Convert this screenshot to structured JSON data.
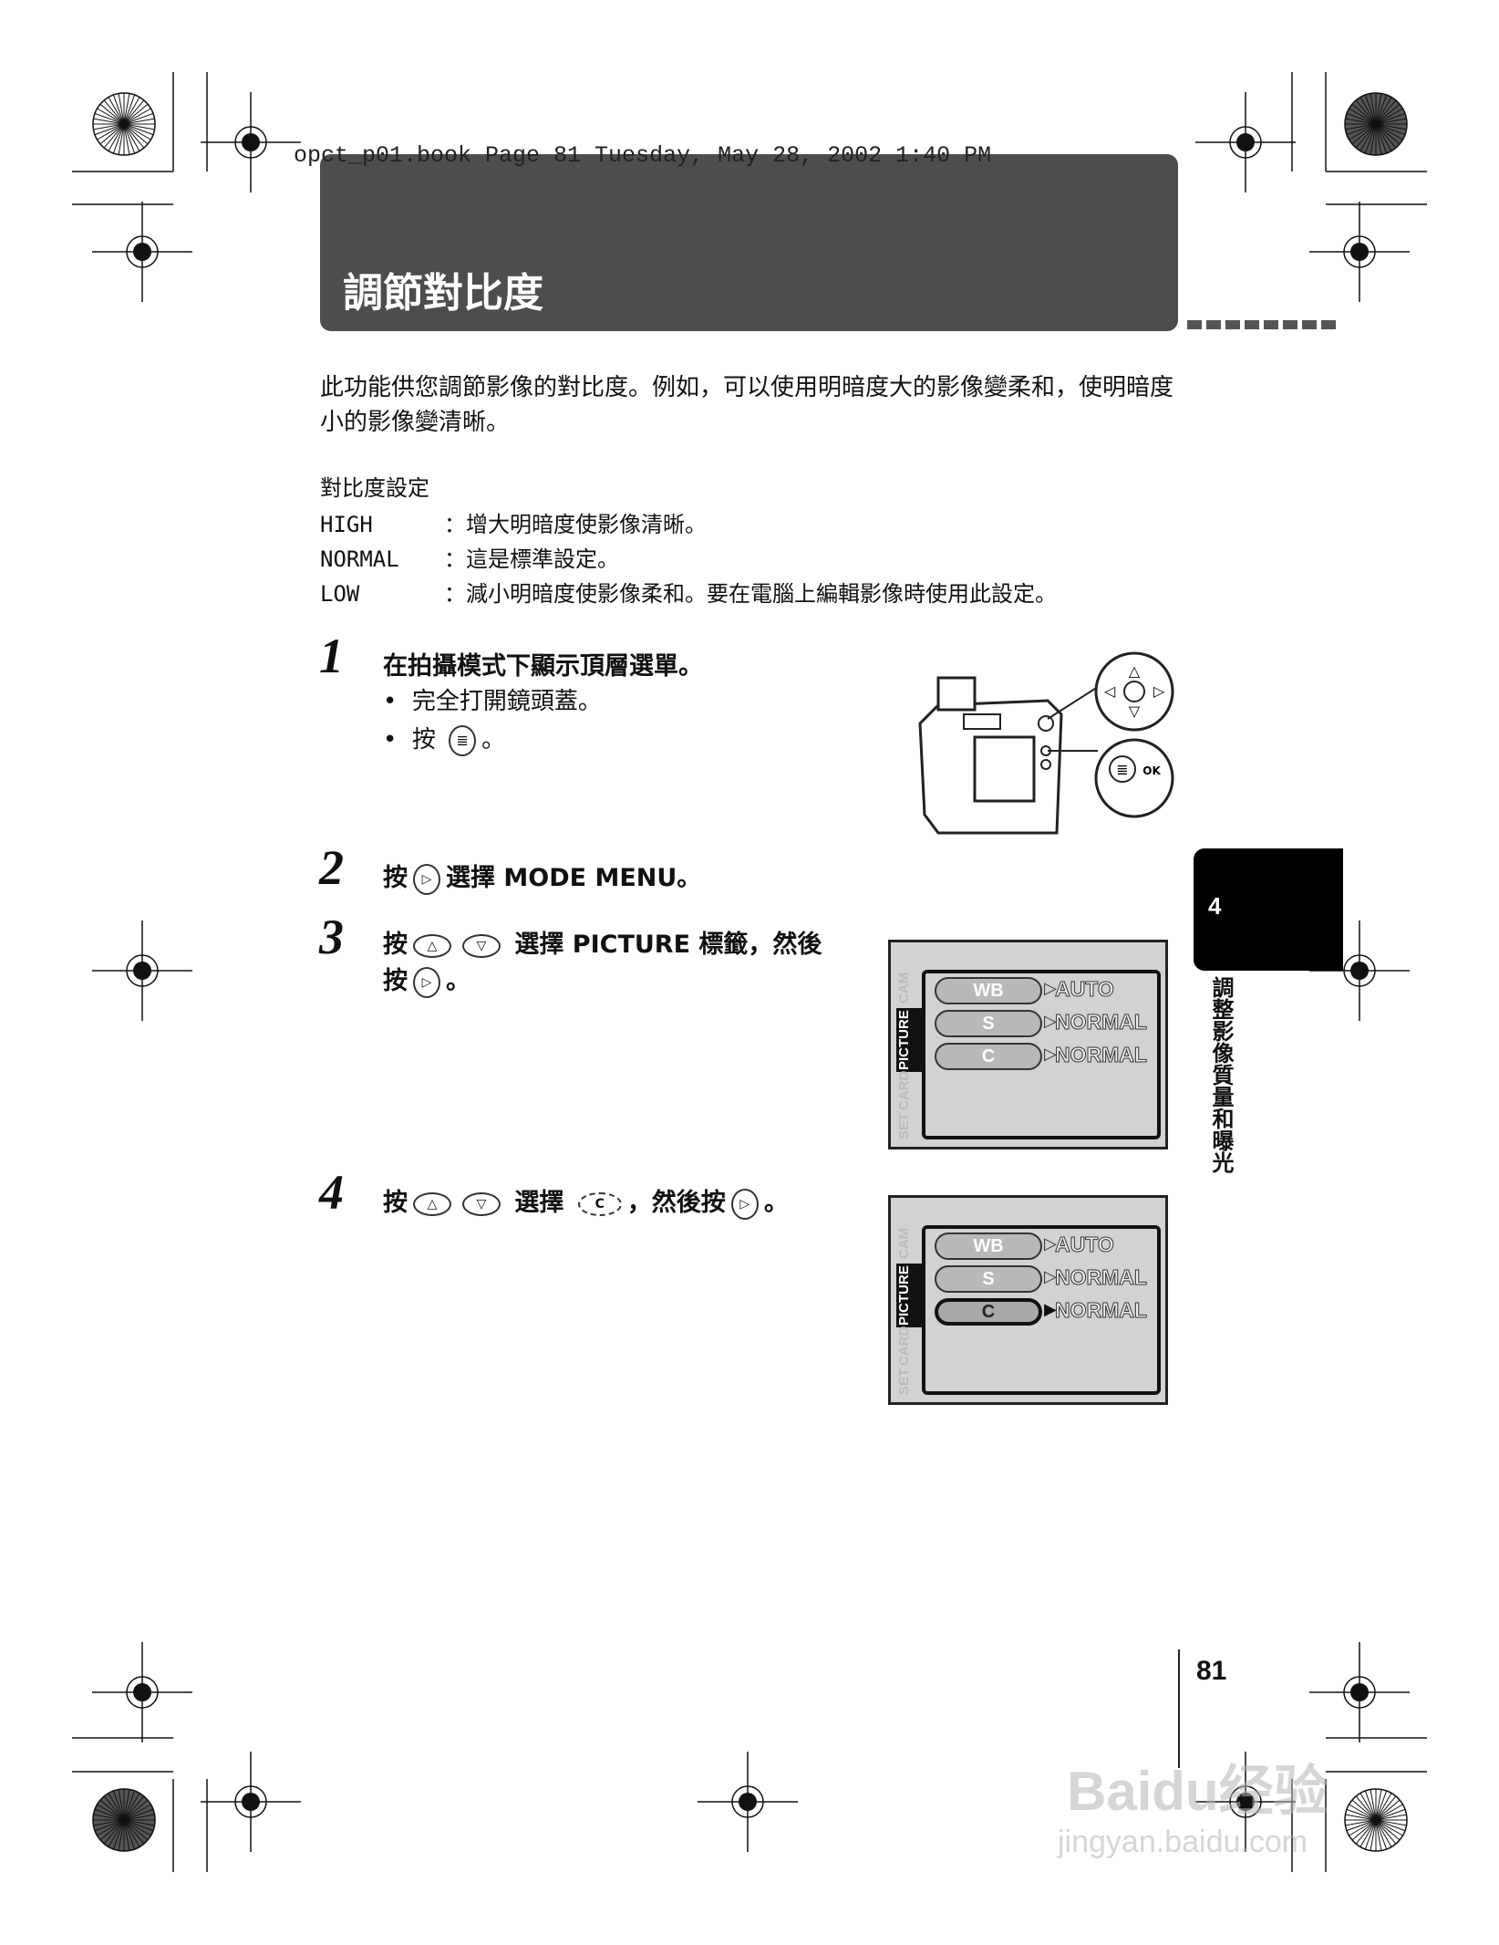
{
  "print_header": "opct_p01.book  Page 81  Tuesday, May 28, 2002  1:40 PM",
  "title": "調節對比度",
  "intro": [
    "此功能供您調節影像的對比度。例如，可以使用明暗度大的影像變柔和，使明暗度",
    "小的影像變清晰。"
  ],
  "settings": {
    "heading": "對比度設定",
    "items": [
      {
        "key": "HIGH",
        "desc": "：增大明暗度使影像清晰。"
      },
      {
        "key": "NORMAL",
        "desc": "：這是標準設定。"
      },
      {
        "key": "LOW",
        "desc": "：減小明暗度使影像柔和。要在電腦上編輯影像時使用此設定。"
      }
    ]
  },
  "steps": [
    {
      "num": "1",
      "text": "在拍攝模式下顯示頂層選單。",
      "bullets": [
        "完全打開鏡頭蓋。",
        "按"
      ],
      "bullet_suffix": "。"
    },
    {
      "num": "2",
      "pre": "按",
      "post": "選擇 MODE MENU。"
    },
    {
      "num": "3",
      "pre": "按",
      "post": "選擇 PICTURE 標籤，然後",
      "line2_pre": "按",
      "line2_post": "。"
    },
    {
      "num": "4",
      "pre": "按",
      "mid": "選擇",
      "post": "，然後按",
      "end": "。"
    }
  ],
  "icons": {
    "left": "◁",
    "right": "▷",
    "up": "△",
    "down": "▽",
    "ok_label": "OK",
    "menu": "≣"
  },
  "lcd": {
    "tabs": [
      "CAM",
      "PICTURE",
      "CARD",
      "SET"
    ],
    "rows": [
      {
        "label": "WB",
        "value": "AUTO"
      },
      {
        "label": "S",
        "value": "NORMAL"
      },
      {
        "label": "C",
        "value": "NORMAL"
      }
    ]
  },
  "chapter": {
    "number": "4",
    "title": "調整影像質量和曝光"
  },
  "page_number": "81",
  "watermark": {
    "text": "Baidu经验",
    "url": "jingyan.baidu.com"
  }
}
